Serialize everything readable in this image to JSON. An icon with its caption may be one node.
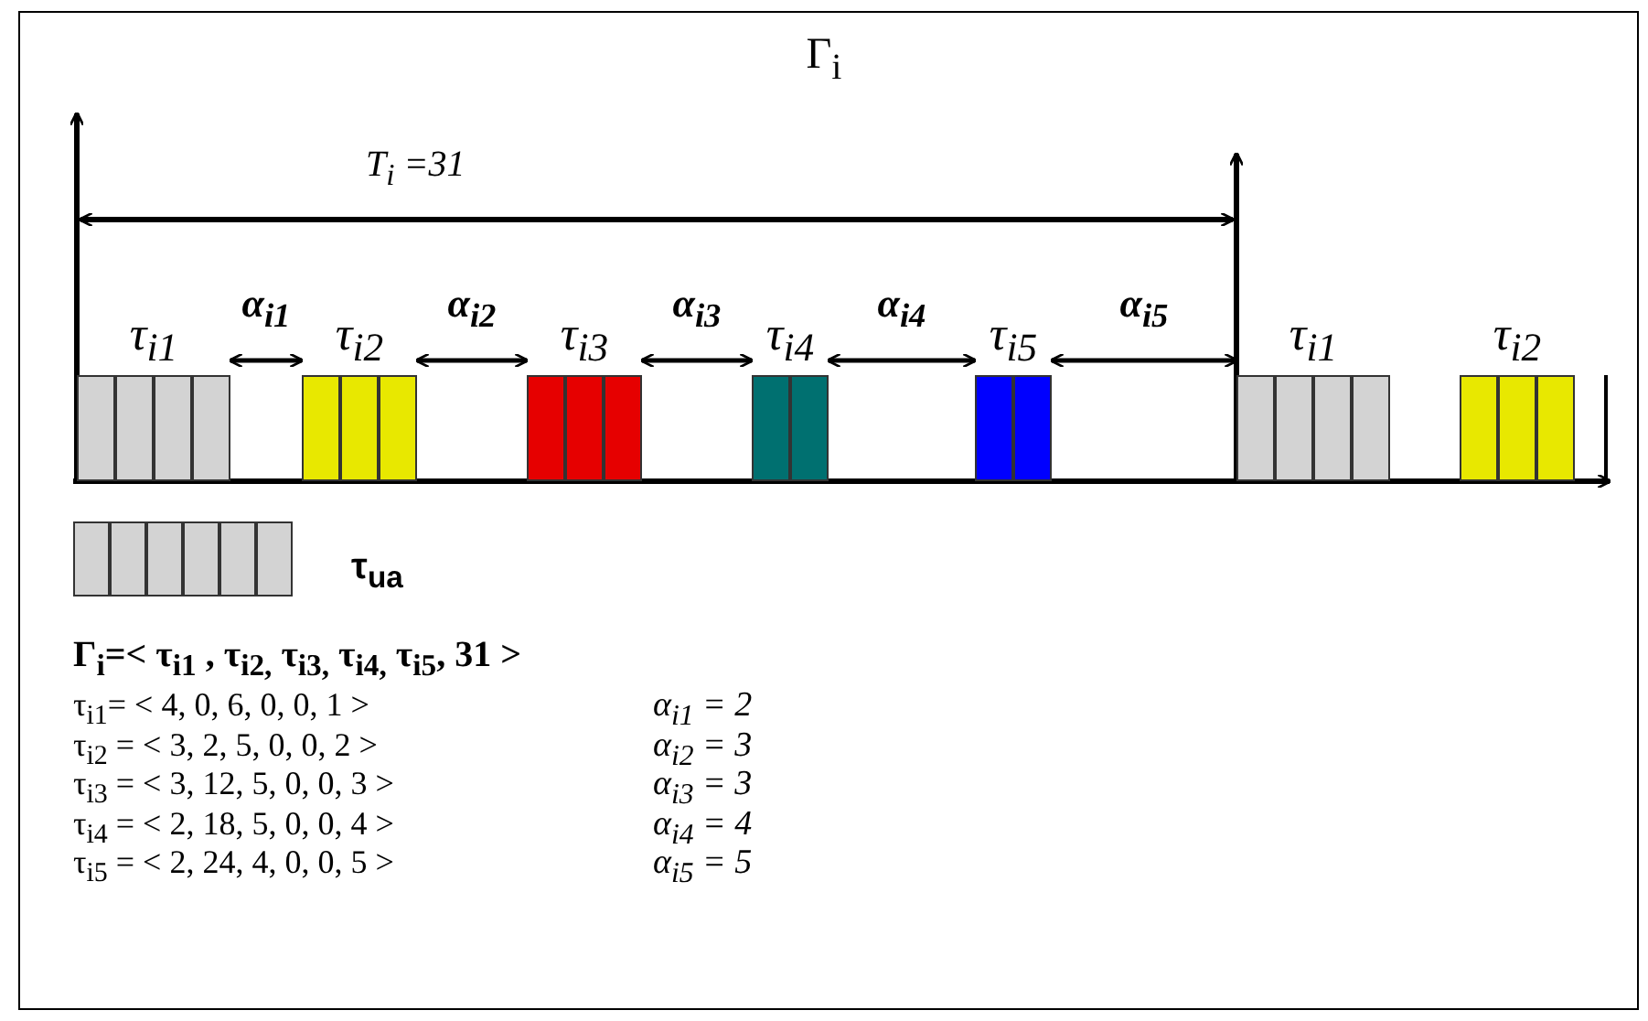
{
  "diagram": {
    "title": "Γ$_{i}$",
    "nodes": [
      {
        "text": [
          "τ$_{i1}$"
        ]
      },
      {
        "text": [
          "τ$_{i2}$"
        ]
      },
      {
        "text": [
          "τ$_{i3}$"
        ]
      },
      {
        "text": [
          "τ$_{i4}$"
        ]
      },
      {
        "text": [
          "τ$_{i5}$"
        ]
      },
      {
        "text": [
          "τ$_{i1}$"
        ]
      },
      {
        "text": [
          "τ$_{i2}$"
        ]
      }
    ],
    "edges": [
      {
        "from": 0,
        "to": 1,
        "arrow": "both",
        "label": "α$_{i1}$"
      },
      {
        "from": 1,
        "to": 2,
        "arrow": "both",
        "label": "α$_{i2}$"
      },
      {
        "from": 2,
        "to": 3,
        "arrow": "both",
        "label": "α$_{i3}$"
      },
      {
        "from": 3,
        "to": 4,
        "arrow": "both",
        "label": "α$_{i4}$"
      },
      {
        "from": 4,
        "to": 5,
        "arrow": "both",
        "label": "α$_{i5}$"
      }
    ],
    "labels": [
      "T$_{i}$ =31",
      "Γ$_{i}$=< τ$_{i1}$ , τ$_{i2,}$ τ$_{i3,}$ τ$_{i4,}$ τ$_{i5}$, 31 >",
      "τ$_{i1}$= < 4, 0, 6, 0, 0, 1  >",
      "α$_{i1}$ = 2",
      "τ$_{i2}$ = < 3, 2, 5, 0, 0, 2 >",
      "α$_{i2}$ = 3",
      "τ$_{i3}$ = < 3, 12, 5, 0, 0, 3 >",
      "α$_{i3}$ = 3",
      "τ$_{i4}$ = < 2, 18, 5, 0, 0, 4 >",
      "α$_{i4}$ = 4",
      "τ$_{i5}$ = < 2, 24, 4, 0, 0, 5 >",
      "α$_{i5}$ = 5"
    ],
    "legend": [
      {
        "text": "τ$_{ua}$",
        "color": "#d3d3d3"
      }
    ]
  }
}
